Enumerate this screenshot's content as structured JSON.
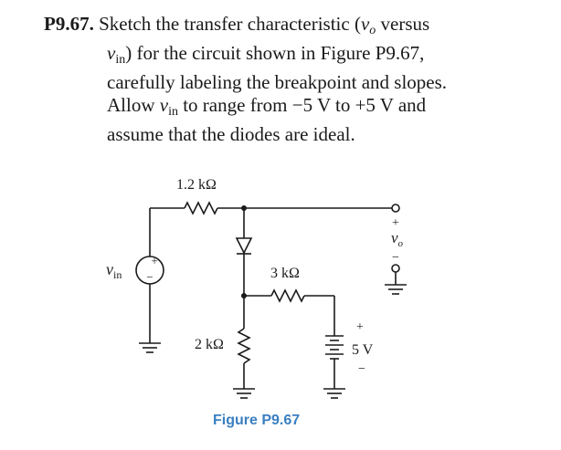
{
  "problem": {
    "number": "P9.67.",
    "line1": "Sketch the transfer characteristic (",
    "vo_symbol": "v",
    "vo_sub": "o",
    "line1_end": " versus",
    "vin_symbol": "v",
    "vin_sub": "in",
    "line2_end": ") for the circuit shown in Figure P9.67,",
    "line3": "carefully labeling the breakpoint and slopes.",
    "line4_start": "Allow ",
    "line4_end": " to range from −5 V to +5 V and",
    "line5": "assume that the diodes are ideal."
  },
  "figure": {
    "caption": "Figure P9.67",
    "caption_color": "#3a7fc1",
    "labels": {
      "r1": "1.2 kΩ",
      "r2": "3 kΩ",
      "r3": "2 kΩ",
      "battery": "5 V",
      "plus": "+",
      "minus": "−",
      "vo_symbol": "v",
      "vo_sub": "o",
      "vin_symbol": "v",
      "vin_sub": "in"
    }
  }
}
